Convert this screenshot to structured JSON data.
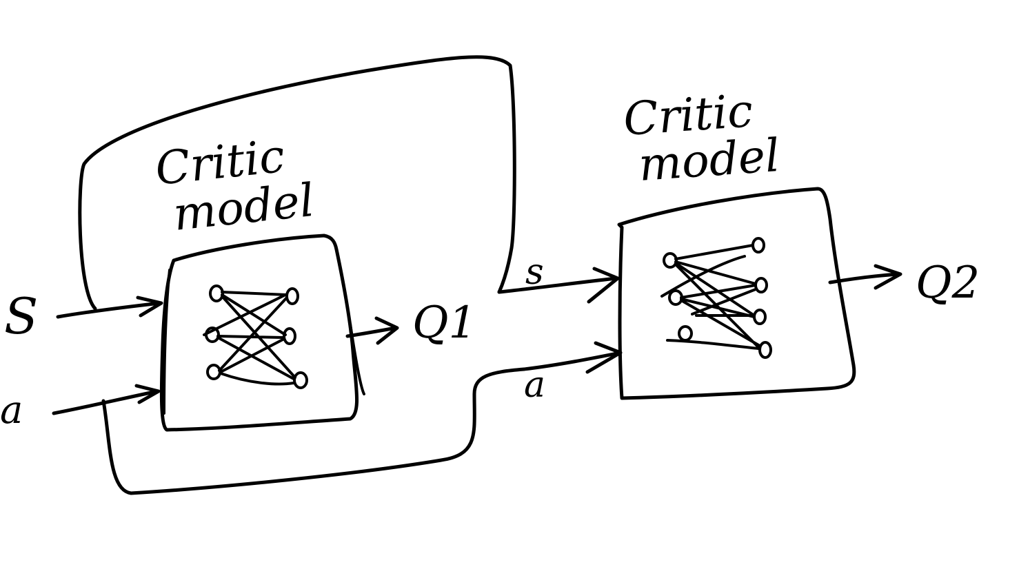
{
  "diagram": {
    "nodes": [
      {
        "id": "critic-1",
        "label_line1": "Critic",
        "label_line2": "model",
        "output_label": "Q1"
      },
      {
        "id": "critic-2",
        "label_line1": "Critic",
        "label_line2": "model",
        "output_label": "Q2"
      }
    ],
    "inputs": {
      "left_state": "S",
      "left_action": "a",
      "right_state": "s",
      "right_action": "a"
    },
    "edges": [
      {
        "from": "S",
        "to": "critic-1"
      },
      {
        "from": "a",
        "to": "critic-1"
      },
      {
        "from": "critic-1",
        "to": "Q1"
      },
      {
        "from": "S",
        "to": "critic-2",
        "label": "s"
      },
      {
        "from": "a",
        "to": "critic-2",
        "label": "a"
      },
      {
        "from": "critic-2",
        "to": "Q2"
      }
    ],
    "stroke_color": "#000000",
    "background_color": "#ffffff"
  }
}
